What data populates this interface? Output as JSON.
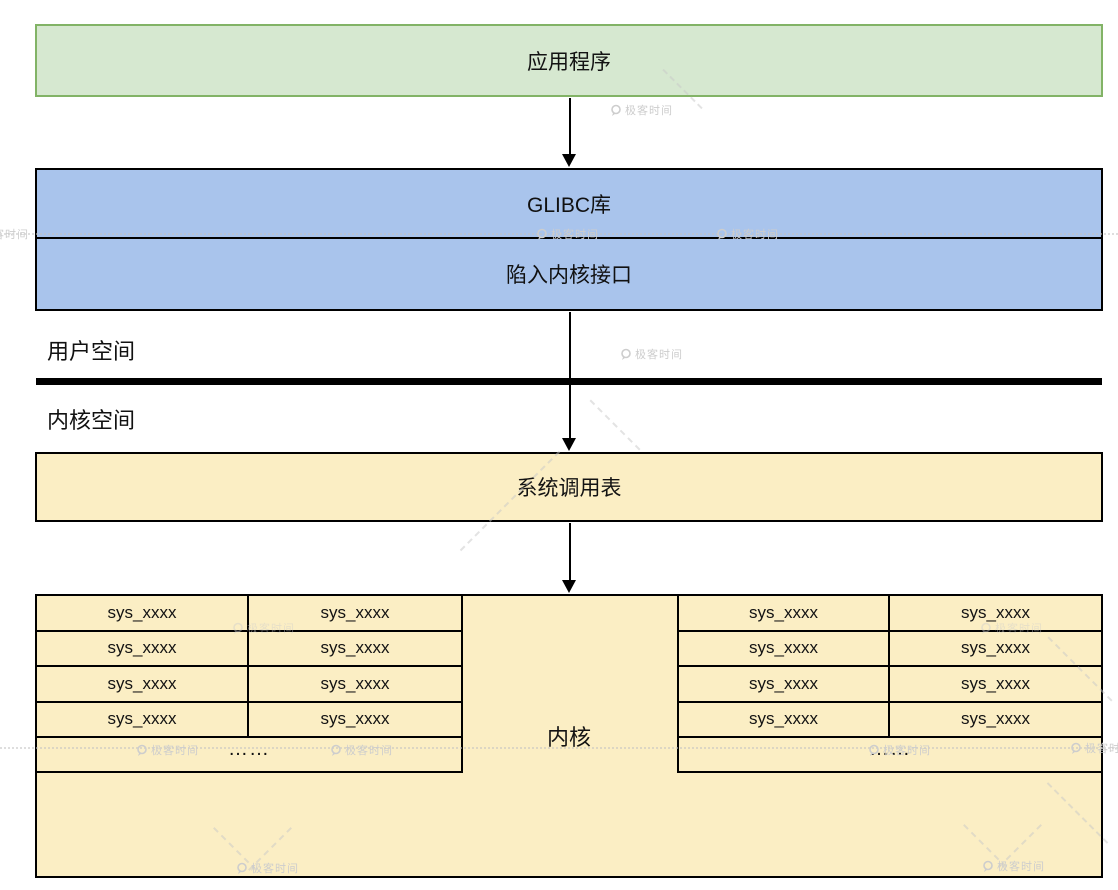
{
  "diagram": {
    "application_label": "应用程序",
    "glibc_label": "GLIBC库",
    "trap_interface_label": "陷入内核接口",
    "user_space_label": "用户空间",
    "kernel_space_label": "内核空间",
    "syscall_table_label": "系统调用表",
    "kernel_label": "内核"
  },
  "syscall_grid": {
    "cell_text": "sys_xxxx",
    "left": {
      "rows": [
        [
          "sys_xxxx",
          "sys_xxxx"
        ],
        [
          "sys_xxxx",
          "sys_xxxx"
        ],
        [
          "sys_xxxx",
          "sys_xxxx"
        ],
        [
          "sys_xxxx",
          "sys_xxxx"
        ]
      ],
      "more": "……"
    },
    "right": {
      "rows": [
        [
          "sys_xxxx",
          "sys_xxxx"
        ],
        [
          "sys_xxxx",
          "sys_xxxx"
        ],
        [
          "sys_xxxx",
          "sys_xxxx"
        ],
        [
          "sys_xxxx",
          "sys_xxxx"
        ]
      ],
      "more": "……"
    }
  },
  "watermark": {
    "text": "极客时间"
  },
  "colors": {
    "application_fill": "#D6E8D0",
    "application_border": "#82B366",
    "libc_fill": "#A9C4EC",
    "kernel_fill": "#FBEEC4",
    "outline": "#000000",
    "watermark": "#CDCDCD"
  }
}
